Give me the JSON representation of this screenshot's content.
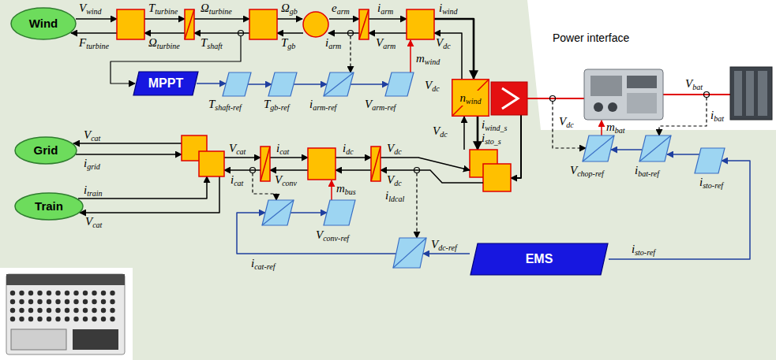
{
  "diagram": {
    "nodes": [
      {
        "text": [
          "Wind"
        ]
      },
      {
        "text": [
          "MPPT"
        ]
      },
      {
        "text": [
          "nwind"
        ]
      },
      {
        "text": [
          "Grid"
        ]
      },
      {
        "text": [
          "Train"
        ]
      },
      {
        "text": [
          "EMS"
        ]
      }
    ],
    "labels": [
      "Vwind",
      "Tturbine",
      "Ωturbine",
      "Ωgb",
      "earm",
      "iarm",
      "iwind",
      "Fturbine",
      "Ωturbine",
      "Tshaft",
      "Tgb",
      "iarm",
      "Varm",
      "Vdc",
      "mwind",
      "Power interface",
      "Vbat",
      "Tshaft-ref",
      "Tgb-ref",
      "iarm-ref",
      "Varm-ref",
      "Vdc",
      "iwind_s",
      "isto_s",
      "Vdc",
      "Vdc",
      "mbat",
      "ibat",
      "Vchop-ref",
      "ibat-ref",
      "isto-ref",
      "Vcat",
      "igrid",
      "itrain",
      "Vcat",
      "Vcat",
      "icat",
      "idc",
      "Vdc",
      "icat",
      "Vconv",
      "mbus",
      "Vdc",
      "ildcal",
      "Vconv-ref",
      "icat-ref",
      "Vdc-ref",
      "isto-ref"
    ]
  }
}
